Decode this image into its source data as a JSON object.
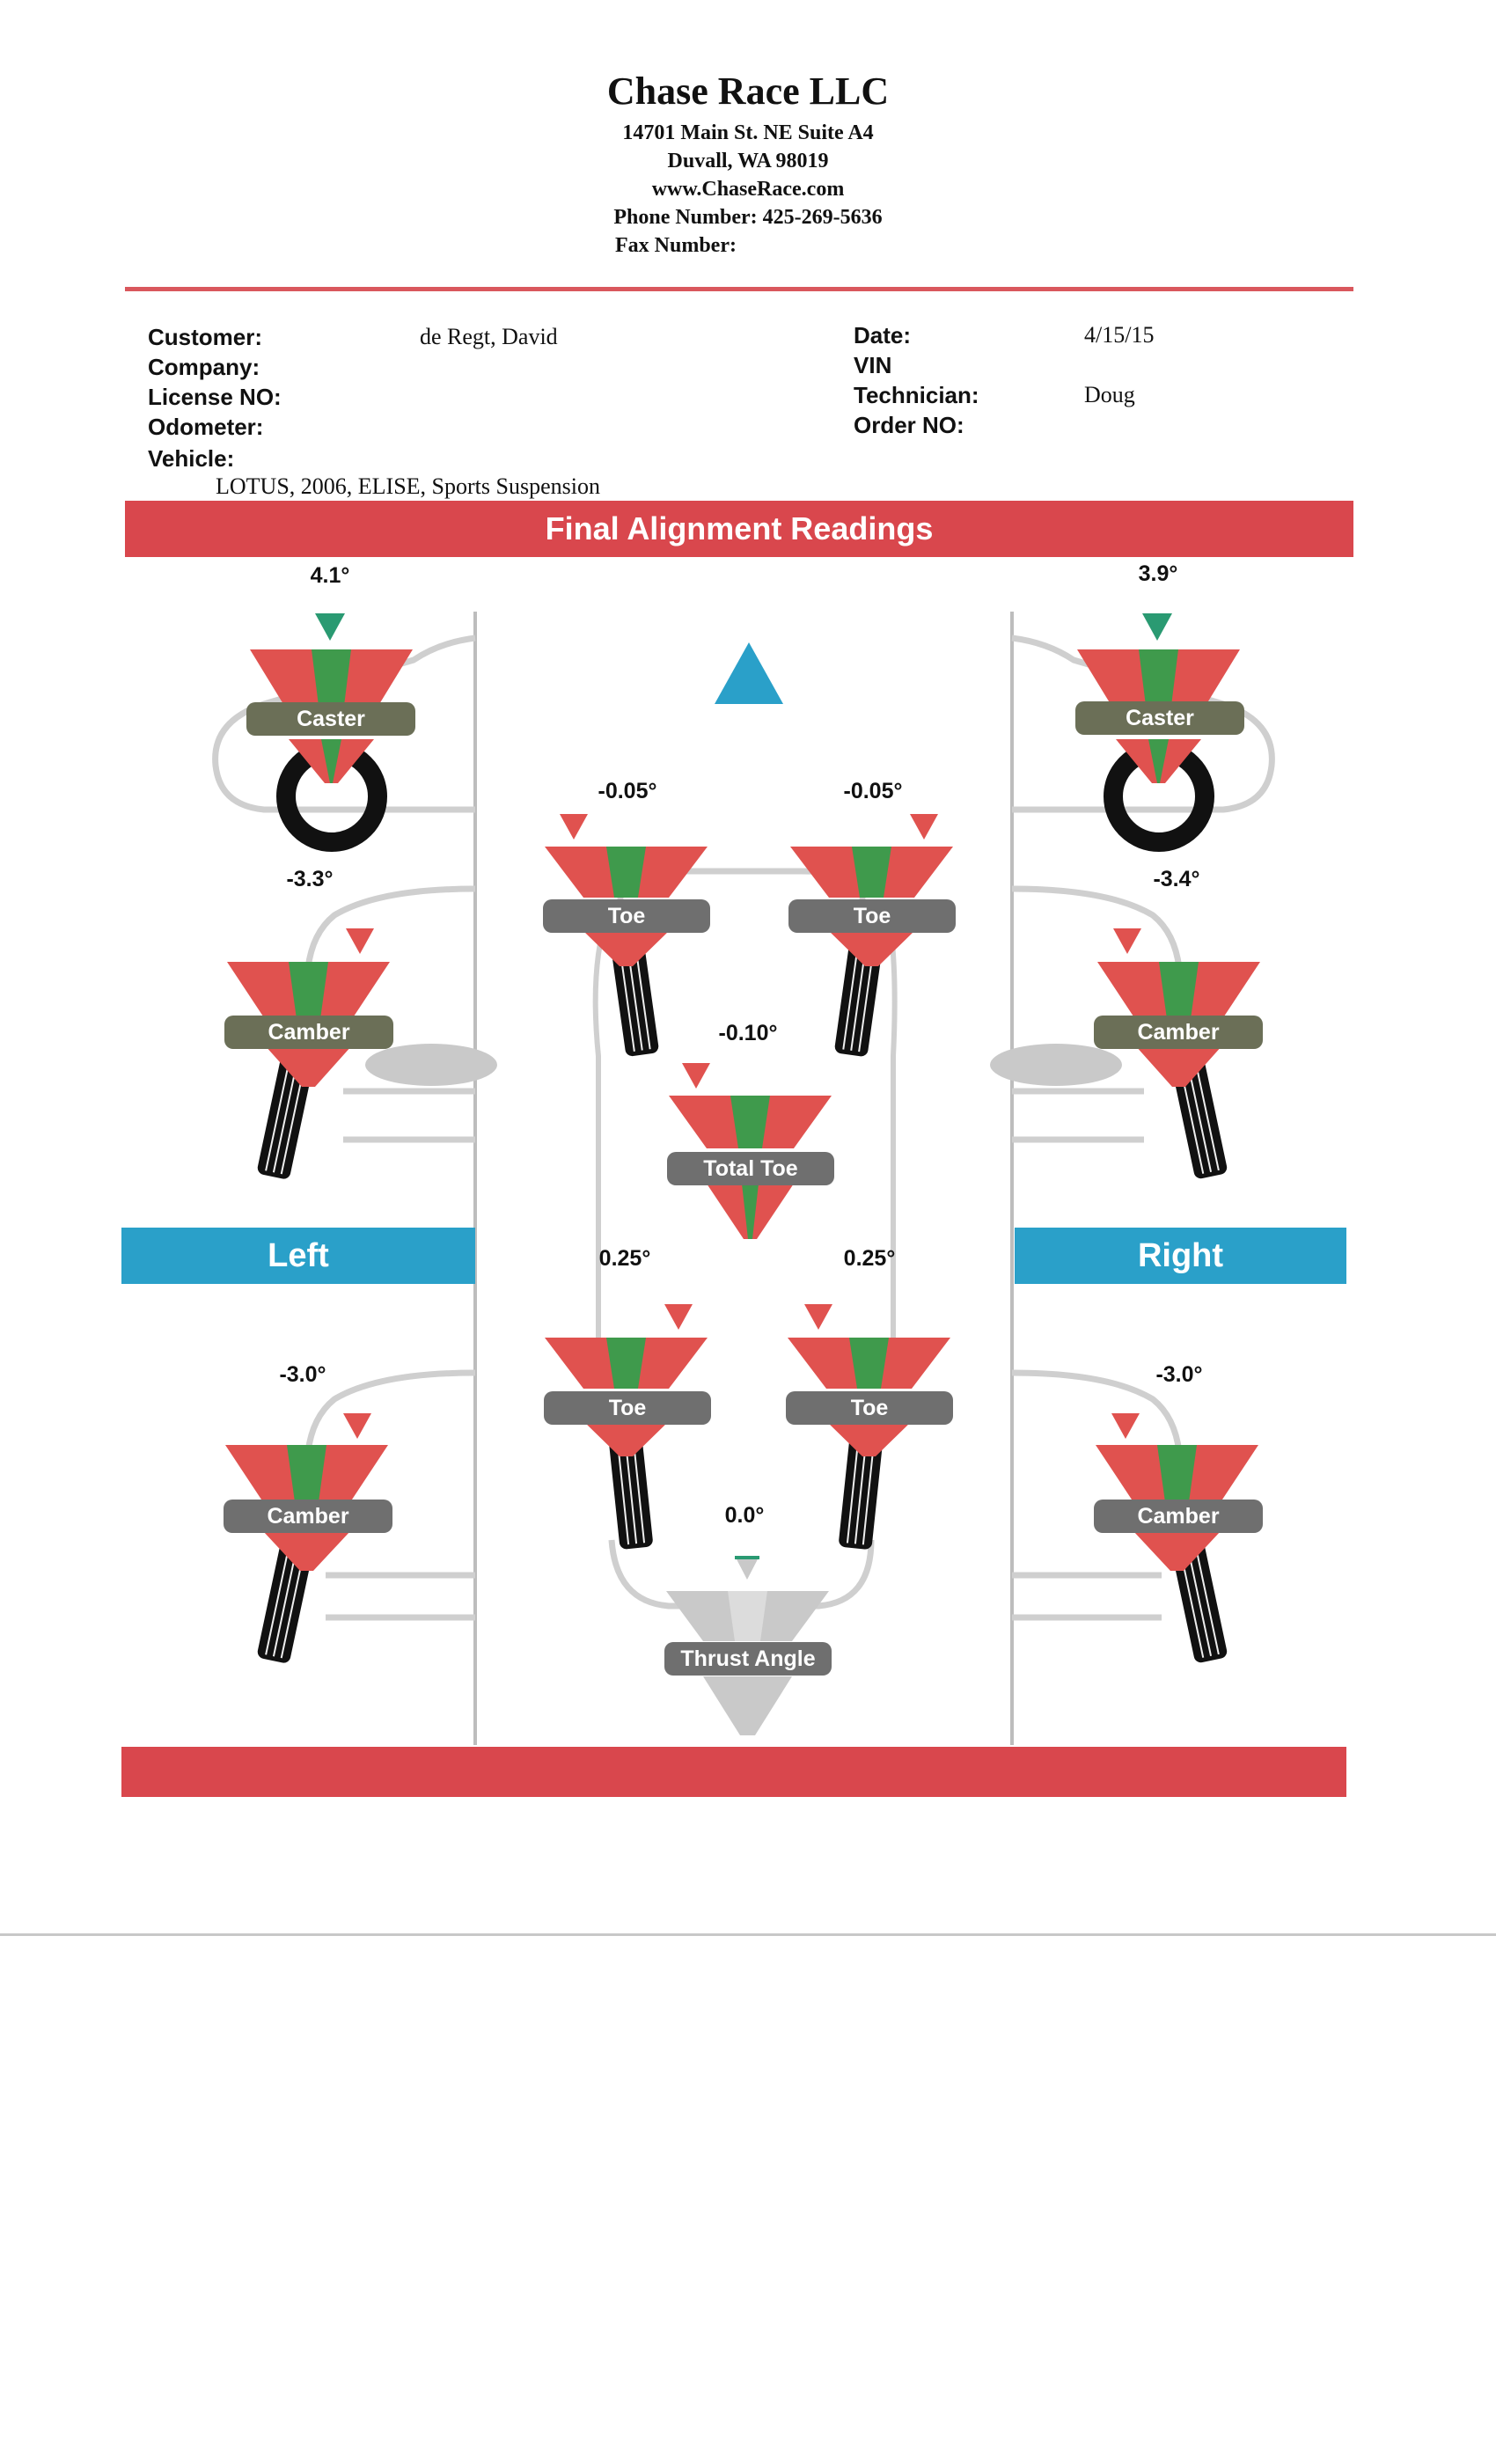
{
  "company": {
    "name": "Chase Race LLC",
    "address1": "14701 Main St. NE Suite A4",
    "address2": "Duvall, WA 98019",
    "website": "www.ChaseRace.com",
    "phone": "Phone Number: 425-269-5636",
    "fax": "Fax Number:"
  },
  "info": {
    "customer_label": "Customer:",
    "customer_value": "de Regt, David",
    "company_label": "Company:",
    "license_label": "License NO:",
    "odometer_label": "Odometer:",
    "vehicle_label": "Vehicle:",
    "vehicle_value": "LOTUS, 2006, ELISE, Sports Suspension",
    "date_label": "Date:",
    "date_value": "4/15/15",
    "vin_label": "VIN",
    "technician_label": "Technician:",
    "technician_value": "Doug",
    "order_label": "Order NO:"
  },
  "section_title": "Final Alignment Readings",
  "side_labels": {
    "left": "Left",
    "right": "Right"
  },
  "readings": {
    "front_left_caster": "4.1°",
    "front_right_caster": "3.9°",
    "front_left_camber": "-3.3°",
    "front_right_camber": "-3.4°",
    "front_left_toe": "-0.05°",
    "front_right_toe": "-0.05°",
    "front_total_toe": "-0.10°",
    "rear_left_toe": "0.25°",
    "rear_right_toe": "0.25°",
    "rear_left_camber": "-3.0°",
    "rear_right_camber": "-3.0°",
    "thrust_angle": "0.0°"
  },
  "gauge_labels": {
    "caster": "Caster",
    "camber": "Camber",
    "toe": "Toe",
    "total_toe": "Total Toe",
    "thrust_angle": "Thrust Angle"
  },
  "colors": {
    "red_band": "#d9474d",
    "blue_band": "#2aa0c9",
    "gauge_red": "#e0524f",
    "gauge_green": "#3f9a4c",
    "indicator_red": "#e0524f",
    "indicator_green": "#2a9a72",
    "indicator_blue": "#2aa0c9"
  },
  "icons": {
    "forward_arrow": "blue-triangle-icon",
    "tire": "tire-icon",
    "indicator": "triangle-indicator-icon"
  }
}
